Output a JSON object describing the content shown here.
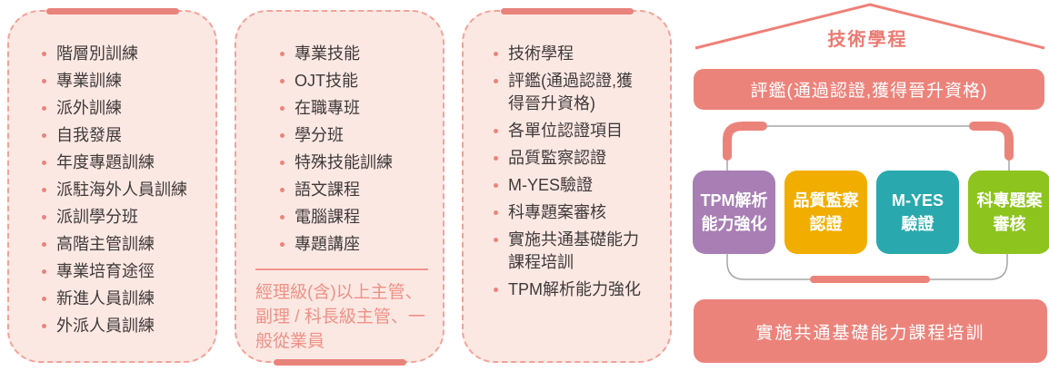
{
  "panels": [
    {
      "name": "training-programs",
      "tab_position": "top",
      "items": [
        "階層別訓練",
        "專業訓練",
        "派外訓練",
        "自我發展",
        "年度專題訓練",
        "派駐海外人員訓練",
        "派訓學分班",
        "高階主管訓練",
        "專業培育途徑",
        "新進人員訓練",
        "外派人員訓練"
      ]
    },
    {
      "name": "course-types",
      "tab_position": "bottom",
      "items": [
        "專業技能",
        "OJT技能",
        "在職專班",
        "學分班",
        "特殊技能訓練",
        "語文課程",
        "電腦課程",
        "專題講座"
      ],
      "footer": "經理級(含)以上主管、副理 / 科長級主管、一般從業員"
    },
    {
      "name": "certification-items",
      "tab_position": "top",
      "items": [
        "技術學程",
        "評鑑(通過認證,獲得晉升資格)",
        "各單位認證項目",
        "品質監察認證",
        "M-YES驗證",
        "科專題案審核",
        "實施共通基礎能力課程培訓",
        "TPM解析能力強化"
      ]
    }
  ],
  "diagram": {
    "title": "技術學程",
    "top_banner": "評鑑(通過認證,獲得晉升資格)",
    "boxes": [
      {
        "label": "TPM解析\n能力強化",
        "color": "#a87eb5"
      },
      {
        "label": "品質監察\n認證",
        "color": "#f2ae00"
      },
      {
        "label": "M-YES\n驗證",
        "color": "#29a9ae"
      },
      {
        "label": "科專題案\n審核",
        "color": "#8dc41e"
      }
    ],
    "bottom_banner": "實施共通基礎能力課程培訓"
  },
  "colors": {
    "accent_pink": "#ec837b",
    "tab_pink": "#e8837c",
    "panel_background": "#fce8e3",
    "panel_border": "#f2a29a",
    "bullet_pink": "#e9857c",
    "text_dark": "#3e3a39",
    "footer_pink": "#ef9186",
    "connector_gray": "#a5a5a5",
    "box_purple": "#a87eb5",
    "box_yellow": "#f2ae00",
    "box_teal": "#29a9ae",
    "box_green": "#8dc41e"
  }
}
